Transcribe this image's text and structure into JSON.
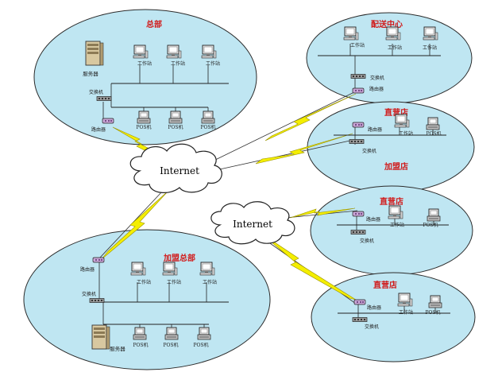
{
  "diagram": {
    "clouds": [
      {
        "id": "internet-1",
        "label": "Internet"
      },
      {
        "id": "internet-2",
        "label": "Internet"
      }
    ],
    "sites": {
      "hq": {
        "title": "总部",
        "server": "服务器",
        "switch": "交换机",
        "router": "路由器",
        "workstations": [
          "工作站",
          "工作站",
          "工作站"
        ],
        "pos": [
          "POS机",
          "POS机",
          "POS机"
        ]
      },
      "distribution": {
        "title": "配送中心",
        "workstations": [
          "工作站",
          "工作站",
          "工作站"
        ],
        "switch": "交换机",
        "router": "路由器"
      },
      "store_a": {
        "title": "直营店",
        "bottom_title": "加盟店",
        "router": "路由器",
        "switch": "交换机",
        "workstation": "工作站",
        "pos": "POS机"
      },
      "franchise_hq": {
        "title": "加盟总部",
        "router": "路由器",
        "switch": "交换机",
        "server": "服务器",
        "workstations": [
          "工作站",
          "工作站",
          "工作站"
        ],
        "pos": [
          "POS机",
          "POS机",
          "POS机"
        ]
      },
      "store_b": {
        "title": "直营店",
        "router": "路由器",
        "switch": "交换机",
        "workstation": "工作站",
        "pos": "POS机"
      },
      "store_c": {
        "title": "直营店",
        "router": "路由器",
        "switch": "交换机",
        "workstation": "工作站",
        "pos": "POS机"
      }
    }
  },
  "colors": {
    "ellipse_fill": "#bfe6f2",
    "ellipse_stroke": "#2b2b2b",
    "lightning": "#f4ee00",
    "lightning_stroke": "#9a9200",
    "title_red": "#d11a1a"
  }
}
